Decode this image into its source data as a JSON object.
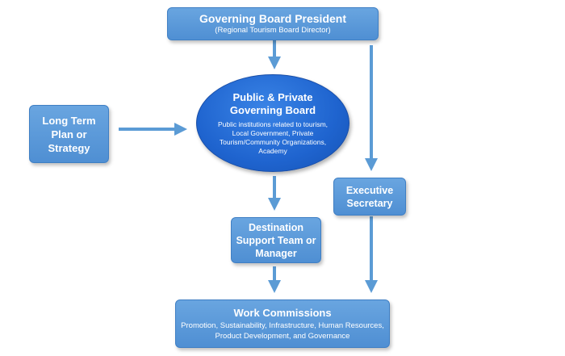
{
  "president": {
    "title": "Governing Board President",
    "subtitle": "(Regional Tourism Board Director)"
  },
  "long_term": {
    "title": "Long Term Plan or Strategy"
  },
  "board": {
    "title_line1": "Public & Private",
    "title_line2": "Governing Board",
    "description": "Public institutions related to tourism, Local Government, Private Tourism/Community Organizations, Academy"
  },
  "executive": {
    "title": "Executive Secretary"
  },
  "destination": {
    "title": "Destination Support Team or Manager"
  },
  "work": {
    "title": "Work Commissions",
    "description": "Promotion, Sustainability, Infrastructure, Human Resources, Product Development, and Governance"
  },
  "colors": {
    "box_fill": "#5b9bd5",
    "ellipse_fill": "#1f64cf",
    "arrow": "#5b9bd5"
  }
}
